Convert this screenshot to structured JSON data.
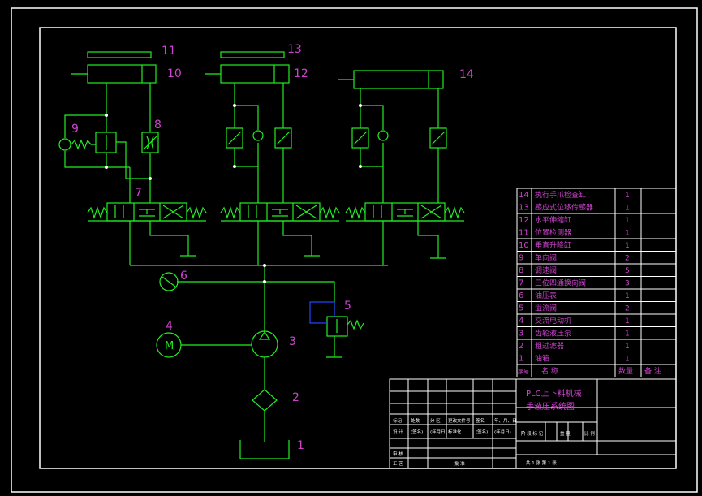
{
  "colors": {
    "background": "#000000",
    "frame": "#ffffff",
    "circuit": "#22ee22",
    "label": "#cc44cc",
    "accent": "#2244ff",
    "table_text": "#cc44cc"
  },
  "component_labels": [
    "1",
    "2",
    "3",
    "4",
    "5",
    "6",
    "7",
    "8",
    "9",
    "10",
    "11",
    "12",
    "13",
    "14"
  ],
  "motor_symbol": "M",
  "parts_table": {
    "rows": [
      {
        "no": "14",
        "name": "执行手爪检查缸",
        "qty": "1"
      },
      {
        "no": "13",
        "name": "感应式位移传感器",
        "qty": "1"
      },
      {
        "no": "12",
        "name": "水平伸缩缸",
        "qty": "1"
      },
      {
        "no": "11",
        "name": "位置检测器",
        "qty": "1"
      },
      {
        "no": "10",
        "name": "垂直升降缸",
        "qty": "1"
      },
      {
        "no": "9",
        "name": "单向阀",
        "qty": "2"
      },
      {
        "no": "8",
        "name": "调速阀",
        "qty": "5"
      },
      {
        "no": "7",
        "name": "三位四通换向阀",
        "qty": "3"
      },
      {
        "no": "6",
        "name": "油压表",
        "qty": "1"
      },
      {
        "no": "5",
        "name": "溢流阀",
        "qty": "2"
      },
      {
        "no": "4",
        "name": "交流电动机",
        "qty": "1"
      },
      {
        "no": "3",
        "name": "齿轮液压泵",
        "qty": "1"
      },
      {
        "no": "2",
        "name": "粗过滤器",
        "qty": "1"
      },
      {
        "no": "1",
        "name": "油箱",
        "qty": "1"
      }
    ],
    "header": {
      "no": "序号",
      "name": "名 称",
      "qty": "数量",
      "note": "备 注"
    }
  },
  "title_block": {
    "title_line1": "PLC上下料机械",
    "title_line2": "手液压系统图",
    "row_labels_a": [
      "标记",
      "处数",
      "分 区",
      "更改文件号",
      "签名",
      "年、月、日"
    ],
    "row_labels_b": [
      "设 计",
      "(签名)",
      "(年月日)",
      "标准化",
      "(签名)",
      "(年月日)"
    ],
    "stage_labels": [
      "阶 段 标 记",
      "重 量",
      "比 例"
    ],
    "row_audit": "审 核",
    "row_process": "工 艺",
    "row_approve": "批 准",
    "sheet_info": "共 1 张    第 1 张"
  }
}
